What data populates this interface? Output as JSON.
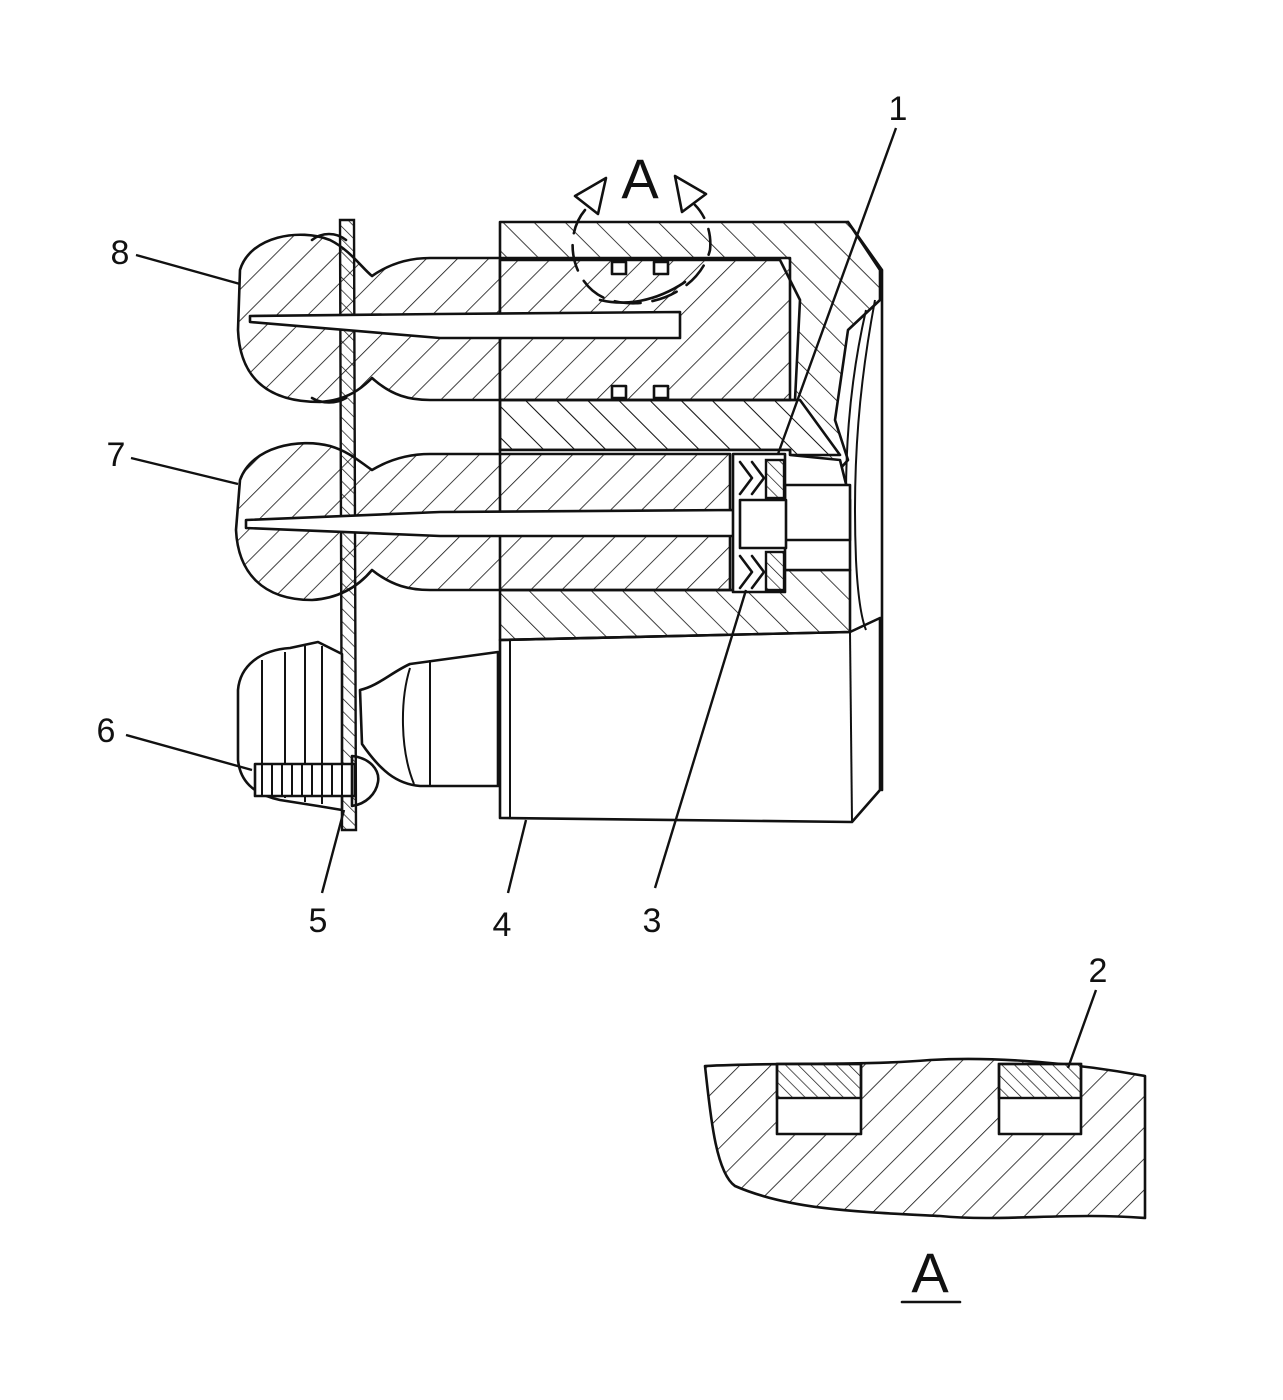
{
  "callouts": {
    "c1": "1",
    "c2": "2",
    "c3": "3",
    "c4": "4",
    "c5": "5",
    "c6": "6",
    "c7": "7",
    "c8": "8"
  },
  "detail": {
    "view_marker": "A",
    "view_label": "A"
  },
  "colors": {
    "ink": "#111111",
    "background": "#ffffff"
  }
}
